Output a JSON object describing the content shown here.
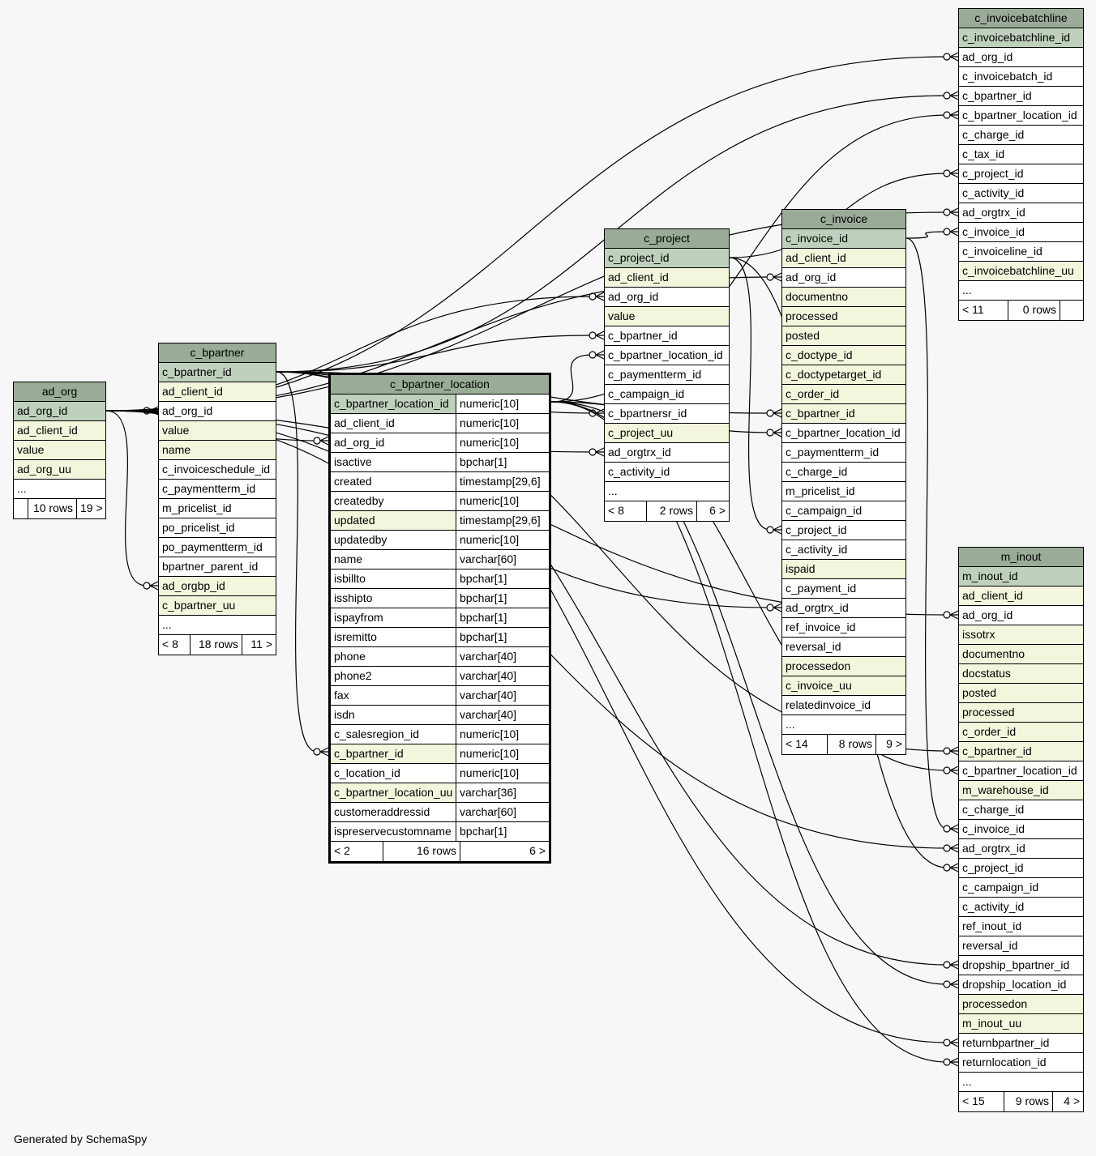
{
  "credit": "Generated by SchemaSpy",
  "tables": [
    {
      "id": "ad_org",
      "name": "ad_org",
      "focus": false,
      "rows": [
        {
          "c": "ad_org_id",
          "k": "pk"
        },
        {
          "c": "ad_client_id",
          "k": "ix"
        },
        {
          "c": "value",
          "k": "ix"
        },
        {
          "c": "ad_org_uu",
          "k": "ix"
        },
        {
          "c": "...",
          "k": ""
        }
      ],
      "footer": [
        "",
        "10 rows",
        "19 >"
      ]
    },
    {
      "id": "c_bpartner",
      "name": "c_bpartner",
      "focus": false,
      "rows": [
        {
          "c": "c_bpartner_id",
          "k": "pk"
        },
        {
          "c": "ad_client_id",
          "k": "ix"
        },
        {
          "c": "ad_org_id",
          "k": ""
        },
        {
          "c": "value",
          "k": "ix"
        },
        {
          "c": "name",
          "k": "ix"
        },
        {
          "c": "c_invoiceschedule_id",
          "k": ""
        },
        {
          "c": "c_paymentterm_id",
          "k": ""
        },
        {
          "c": "m_pricelist_id",
          "k": ""
        },
        {
          "c": "po_pricelist_id",
          "k": ""
        },
        {
          "c": "po_paymentterm_id",
          "k": ""
        },
        {
          "c": "bpartner_parent_id",
          "k": ""
        },
        {
          "c": "ad_orgbp_id",
          "k": "ix"
        },
        {
          "c": "c_bpartner_uu",
          "k": "ix"
        },
        {
          "c": "...",
          "k": ""
        }
      ],
      "footer": [
        "< 8",
        "18 rows",
        "11 >"
      ]
    },
    {
      "id": "c_bpartner_location",
      "name": "c_bpartner_location",
      "focus": true,
      "rows": [
        {
          "c": "c_bpartner_location_id",
          "t": "numeric[10]",
          "k": "pk"
        },
        {
          "c": "ad_client_id",
          "t": "numeric[10]",
          "k": ""
        },
        {
          "c": "ad_org_id",
          "t": "numeric[10]",
          "k": ""
        },
        {
          "c": "isactive",
          "t": "bpchar[1]",
          "k": ""
        },
        {
          "c": "created",
          "t": "timestamp[29,6]",
          "k": ""
        },
        {
          "c": "createdby",
          "t": "numeric[10]",
          "k": ""
        },
        {
          "c": "updated",
          "t": "timestamp[29,6]",
          "k": "ix"
        },
        {
          "c": "updatedby",
          "t": "numeric[10]",
          "k": ""
        },
        {
          "c": "name",
          "t": "varchar[60]",
          "k": ""
        },
        {
          "c": "isbillto",
          "t": "bpchar[1]",
          "k": ""
        },
        {
          "c": "isshipto",
          "t": "bpchar[1]",
          "k": ""
        },
        {
          "c": "ispayfrom",
          "t": "bpchar[1]",
          "k": ""
        },
        {
          "c": "isremitto",
          "t": "bpchar[1]",
          "k": ""
        },
        {
          "c": "phone",
          "t": "varchar[40]",
          "k": ""
        },
        {
          "c": "phone2",
          "t": "varchar[40]",
          "k": ""
        },
        {
          "c": "fax",
          "t": "varchar[40]",
          "k": ""
        },
        {
          "c": "isdn",
          "t": "varchar[40]",
          "k": ""
        },
        {
          "c": "c_salesregion_id",
          "t": "numeric[10]",
          "k": ""
        },
        {
          "c": "c_bpartner_id",
          "t": "numeric[10]",
          "k": "ix"
        },
        {
          "c": "c_location_id",
          "t": "numeric[10]",
          "k": ""
        },
        {
          "c": "c_bpartner_location_uu",
          "t": "varchar[36]",
          "k": "ix"
        },
        {
          "c": "customeraddressid",
          "t": "varchar[60]",
          "k": ""
        },
        {
          "c": "ispreservecustomname",
          "t": "bpchar[1]",
          "k": ""
        }
      ],
      "footer": [
        "< 2",
        "16 rows",
        "6 >"
      ]
    },
    {
      "id": "c_project",
      "name": "c_project",
      "focus": false,
      "rows": [
        {
          "c": "c_project_id",
          "k": "pk"
        },
        {
          "c": "ad_client_id",
          "k": "ix"
        },
        {
          "c": "ad_org_id",
          "k": ""
        },
        {
          "c": "value",
          "k": "ix"
        },
        {
          "c": "c_bpartner_id",
          "k": ""
        },
        {
          "c": "c_bpartner_location_id",
          "k": ""
        },
        {
          "c": "c_paymentterm_id",
          "k": ""
        },
        {
          "c": "c_campaign_id",
          "k": ""
        },
        {
          "c": "c_bpartnersr_id",
          "k": ""
        },
        {
          "c": "c_project_uu",
          "k": "ix"
        },
        {
          "c": "ad_orgtrx_id",
          "k": ""
        },
        {
          "c": "c_activity_id",
          "k": ""
        },
        {
          "c": "...",
          "k": ""
        }
      ],
      "footer": [
        "< 8",
        "2 rows",
        "6 >"
      ]
    },
    {
      "id": "c_invoice",
      "name": "c_invoice",
      "focus": false,
      "rows": [
        {
          "c": "c_invoice_id",
          "k": "pk"
        },
        {
          "c": "ad_client_id",
          "k": "ix"
        },
        {
          "c": "ad_org_id",
          "k": ""
        },
        {
          "c": "documentno",
          "k": "ix"
        },
        {
          "c": "processed",
          "k": "ix"
        },
        {
          "c": "posted",
          "k": "ix"
        },
        {
          "c": "c_doctype_id",
          "k": "ix"
        },
        {
          "c": "c_doctypetarget_id",
          "k": "ix"
        },
        {
          "c": "c_order_id",
          "k": "ix"
        },
        {
          "c": "c_bpartner_id",
          "k": "ix"
        },
        {
          "c": "c_bpartner_location_id",
          "k": ""
        },
        {
          "c": "c_paymentterm_id",
          "k": ""
        },
        {
          "c": "c_charge_id",
          "k": ""
        },
        {
          "c": "m_pricelist_id",
          "k": ""
        },
        {
          "c": "c_campaign_id",
          "k": ""
        },
        {
          "c": "c_project_id",
          "k": ""
        },
        {
          "c": "c_activity_id",
          "k": ""
        },
        {
          "c": "ispaid",
          "k": "ix"
        },
        {
          "c": "c_payment_id",
          "k": ""
        },
        {
          "c": "ad_orgtrx_id",
          "k": ""
        },
        {
          "c": "ref_invoice_id",
          "k": ""
        },
        {
          "c": "reversal_id",
          "k": ""
        },
        {
          "c": "processedon",
          "k": "ix"
        },
        {
          "c": "c_invoice_uu",
          "k": "ix"
        },
        {
          "c": "relatedinvoice_id",
          "k": ""
        },
        {
          "c": "...",
          "k": ""
        }
      ],
      "footer": [
        "< 14",
        "8 rows",
        "9 >"
      ]
    },
    {
      "id": "c_invoicebatchline",
      "name": "c_invoicebatchline",
      "focus": false,
      "rows": [
        {
          "c": "c_invoicebatchline_id",
          "k": "pk"
        },
        {
          "c": "ad_org_id",
          "k": ""
        },
        {
          "c": "c_invoicebatch_id",
          "k": ""
        },
        {
          "c": "c_bpartner_id",
          "k": ""
        },
        {
          "c": "c_bpartner_location_id",
          "k": ""
        },
        {
          "c": "c_charge_id",
          "k": ""
        },
        {
          "c": "c_tax_id",
          "k": ""
        },
        {
          "c": "c_project_id",
          "k": ""
        },
        {
          "c": "c_activity_id",
          "k": ""
        },
        {
          "c": "ad_orgtrx_id",
          "k": ""
        },
        {
          "c": "c_invoice_id",
          "k": ""
        },
        {
          "c": "c_invoiceline_id",
          "k": ""
        },
        {
          "c": "c_invoicebatchline_uu",
          "k": "ix"
        },
        {
          "c": "...",
          "k": ""
        }
      ],
      "footer": [
        "< 11",
        "0 rows",
        ""
      ]
    },
    {
      "id": "m_inout",
      "name": "m_inout",
      "focus": false,
      "rows": [
        {
          "c": "m_inout_id",
          "k": "pk"
        },
        {
          "c": "ad_client_id",
          "k": "ix"
        },
        {
          "c": "ad_org_id",
          "k": ""
        },
        {
          "c": "issotrx",
          "k": "ix"
        },
        {
          "c": "documentno",
          "k": "ix"
        },
        {
          "c": "docstatus",
          "k": "ix"
        },
        {
          "c": "posted",
          "k": "ix"
        },
        {
          "c": "processed",
          "k": "ix"
        },
        {
          "c": "c_order_id",
          "k": "ix"
        },
        {
          "c": "c_bpartner_id",
          "k": "ix"
        },
        {
          "c": "c_bpartner_location_id",
          "k": ""
        },
        {
          "c": "m_warehouse_id",
          "k": "ix"
        },
        {
          "c": "c_charge_id",
          "k": ""
        },
        {
          "c": "c_invoice_id",
          "k": ""
        },
        {
          "c": "ad_orgtrx_id",
          "k": ""
        },
        {
          "c": "c_project_id",
          "k": ""
        },
        {
          "c": "c_campaign_id",
          "k": ""
        },
        {
          "c": "c_activity_id",
          "k": ""
        },
        {
          "c": "ref_inout_id",
          "k": ""
        },
        {
          "c": "reversal_id",
          "k": ""
        },
        {
          "c": "dropship_bpartner_id",
          "k": ""
        },
        {
          "c": "dropship_location_id",
          "k": ""
        },
        {
          "c": "processedon",
          "k": "ix"
        },
        {
          "c": "m_inout_uu",
          "k": "ix"
        },
        {
          "c": "returnbpartner_id",
          "k": ""
        },
        {
          "c": "returnlocation_id",
          "k": ""
        },
        {
          "c": "...",
          "k": ""
        }
      ],
      "footer": [
        "< 15",
        "9 rows",
        "4 >"
      ]
    }
  ],
  "relationships": [
    {
      "from": "ad_org.ad_org_id",
      "to": "c_bpartner.ad_org_id"
    },
    {
      "from": "ad_org.ad_org_id",
      "to": "c_bpartner.ad_orgbp_id"
    },
    {
      "from": "ad_org.ad_org_id",
      "to": "c_bpartner_location.ad_org_id"
    },
    {
      "from": "ad_org.ad_org_id",
      "to": "c_project.ad_org_id"
    },
    {
      "from": "ad_org.ad_org_id",
      "to": "c_project.ad_orgtrx_id"
    },
    {
      "from": "ad_org.ad_org_id",
      "to": "c_invoice.ad_org_id"
    },
    {
      "from": "ad_org.ad_org_id",
      "to": "c_invoice.ad_orgtrx_id"
    },
    {
      "from": "ad_org.ad_org_id",
      "to": "c_invoicebatchline.ad_org_id"
    },
    {
      "from": "ad_org.ad_org_id",
      "to": "c_invoicebatchline.ad_orgtrx_id"
    },
    {
      "from": "ad_org.ad_org_id",
      "to": "m_inout.ad_org_id"
    },
    {
      "from": "ad_org.ad_org_id",
      "to": "m_inout.ad_orgtrx_id"
    },
    {
      "from": "c_bpartner.c_bpartner_id",
      "to": "c_bpartner_location.c_bpartner_id"
    },
    {
      "from": "c_bpartner.c_bpartner_id",
      "to": "c_project.c_bpartner_id"
    },
    {
      "from": "c_bpartner.c_bpartner_id",
      "to": "c_project.c_bpartnersr_id"
    },
    {
      "from": "c_bpartner.c_bpartner_id",
      "to": "c_invoice.c_bpartner_id"
    },
    {
      "from": "c_bpartner.c_bpartner_id",
      "to": "c_invoicebatchline.c_bpartner_id"
    },
    {
      "from": "c_bpartner.c_bpartner_id",
      "to": "m_inout.c_bpartner_id"
    },
    {
      "from": "c_bpartner.c_bpartner_id",
      "to": "m_inout.dropship_bpartner_id"
    },
    {
      "from": "c_bpartner.c_bpartner_id",
      "to": "m_inout.returnbpartner_id"
    },
    {
      "from": "c_bpartner_location.c_bpartner_location_id",
      "to": "c_project.c_bpartner_location_id"
    },
    {
      "from": "c_bpartner_location.c_bpartner_location_id",
      "to": "c_invoice.c_bpartner_location_id"
    },
    {
      "from": "c_bpartner_location.c_bpartner_location_id",
      "to": "c_invoicebatchline.c_bpartner_location_id"
    },
    {
      "from": "c_bpartner_location.c_bpartner_location_id",
      "to": "m_inout.c_bpartner_location_id"
    },
    {
      "from": "c_bpartner_location.c_bpartner_location_id",
      "to": "m_inout.dropship_location_id"
    },
    {
      "from": "c_bpartner_location.c_bpartner_location_id",
      "to": "m_inout.returnlocation_id"
    },
    {
      "from": "c_project.c_project_id",
      "to": "c_invoice.c_project_id"
    },
    {
      "from": "c_project.c_project_id",
      "to": "c_invoicebatchline.c_project_id"
    },
    {
      "from": "c_project.c_project_id",
      "to": "m_inout.c_project_id"
    },
    {
      "from": "c_invoice.c_invoice_id",
      "to": "c_invoicebatchline.c_invoice_id"
    },
    {
      "from": "c_invoice.c_invoice_id",
      "to": "m_inout.c_invoice_id"
    }
  ]
}
